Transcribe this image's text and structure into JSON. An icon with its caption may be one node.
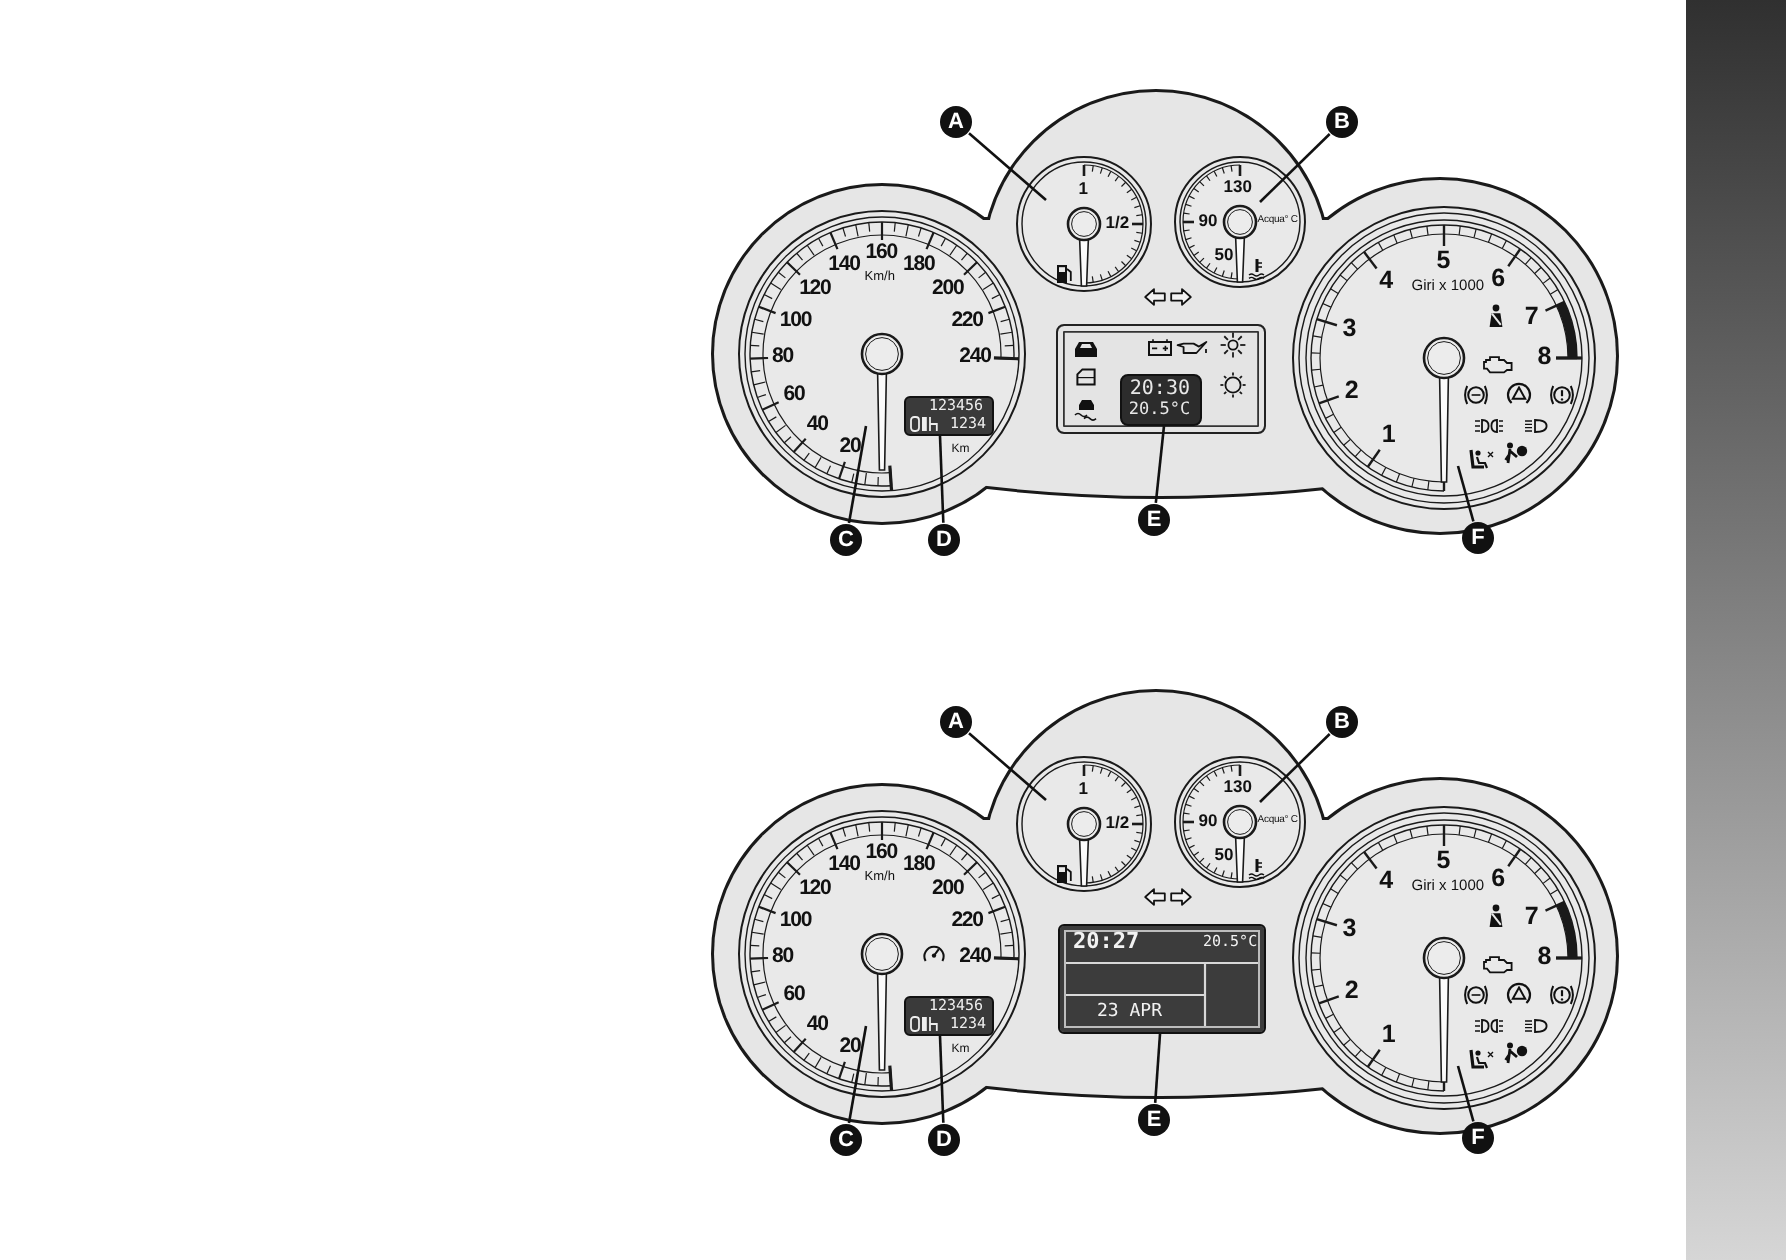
{
  "diagram": {
    "nodes": [
      {
        "text": [
          "A"
        ]
      },
      {
        "text": [
          "B"
        ]
      },
      {
        "text": [
          "1",
          "1/2"
        ]
      },
      {
        "text": [
          "130",
          "90",
          "Acqua° C",
          "50"
        ]
      },
      {
        "text": [
          "20",
          "40",
          "60",
          "80",
          "100",
          "120",
          "140",
          "160",
          "180",
          "200",
          "220",
          "240",
          "Km/h"
        ]
      },
      {
        "text": [
          "123456",
          "1234"
        ],
        "in": 4,
        "beside": [
          "Km"
        ]
      },
      {
        "text": [
          "20:30",
          "20.5°C"
        ]
      },
      {
        "text": [
          "1",
          "2",
          "3",
          "4",
          "5",
          "6",
          "7",
          "8",
          "Giri x 1000"
        ]
      },
      {
        "text": [
          "C"
        ]
      },
      {
        "text": [
          "D"
        ]
      },
      {
        "text": [
          "E"
        ]
      },
      {
        "text": [
          "F"
        ]
      },
      {
        "text": [
          "A"
        ]
      },
      {
        "text": [
          "B"
        ]
      },
      {
        "text": [
          "1",
          "1/2"
        ]
      },
      {
        "text": [
          "130",
          "90",
          "Acqua° C",
          "50"
        ]
      },
      {
        "text": [
          "20",
          "40",
          "60",
          "80",
          "100",
          "120",
          "140",
          "160",
          "180",
          "200",
          "220",
          "240",
          "Km/h"
        ]
      },
      {
        "text": [
          "123456",
          "1234"
        ],
        "in": 16,
        "beside": [
          "Km"
        ]
      },
      {
        "text": [
          "20:27",
          "20.5°C",
          "23 APR"
        ]
      },
      {
        "text": [
          "1",
          "2",
          "3",
          "4",
          "5",
          "6",
          "7",
          "8",
          "Giri x 1000"
        ]
      },
      {
        "text": [
          "C"
        ]
      },
      {
        "text": [
          "D"
        ]
      },
      {
        "text": [
          "E"
        ]
      },
      {
        "text": [
          "F"
        ]
      }
    ],
    "edges": [
      {
        "from": 0,
        "to": 2,
        "arrow": "none"
      },
      {
        "from": 1,
        "to": 3,
        "arrow": "none"
      },
      {
        "from": 8,
        "to": 4,
        "arrow": "none"
      },
      {
        "from": 9,
        "to": 5,
        "arrow": "none"
      },
      {
        "from": 10,
        "to": 6,
        "arrow": "none"
      },
      {
        "from": 11,
        "to": 7,
        "arrow": "none"
      },
      {
        "from": 12,
        "to": 14,
        "arrow": "none"
      },
      {
        "from": 13,
        "to": 15,
        "arrow": "none"
      },
      {
        "from": 20,
        "to": 16,
        "arrow": "none"
      },
      {
        "from": 21,
        "to": 17,
        "arrow": "none"
      },
      {
        "from": 22,
        "to": 18,
        "arrow": "none"
      },
      {
        "from": 23,
        "to": 19,
        "arrow": "none"
      }
    ]
  }
}
